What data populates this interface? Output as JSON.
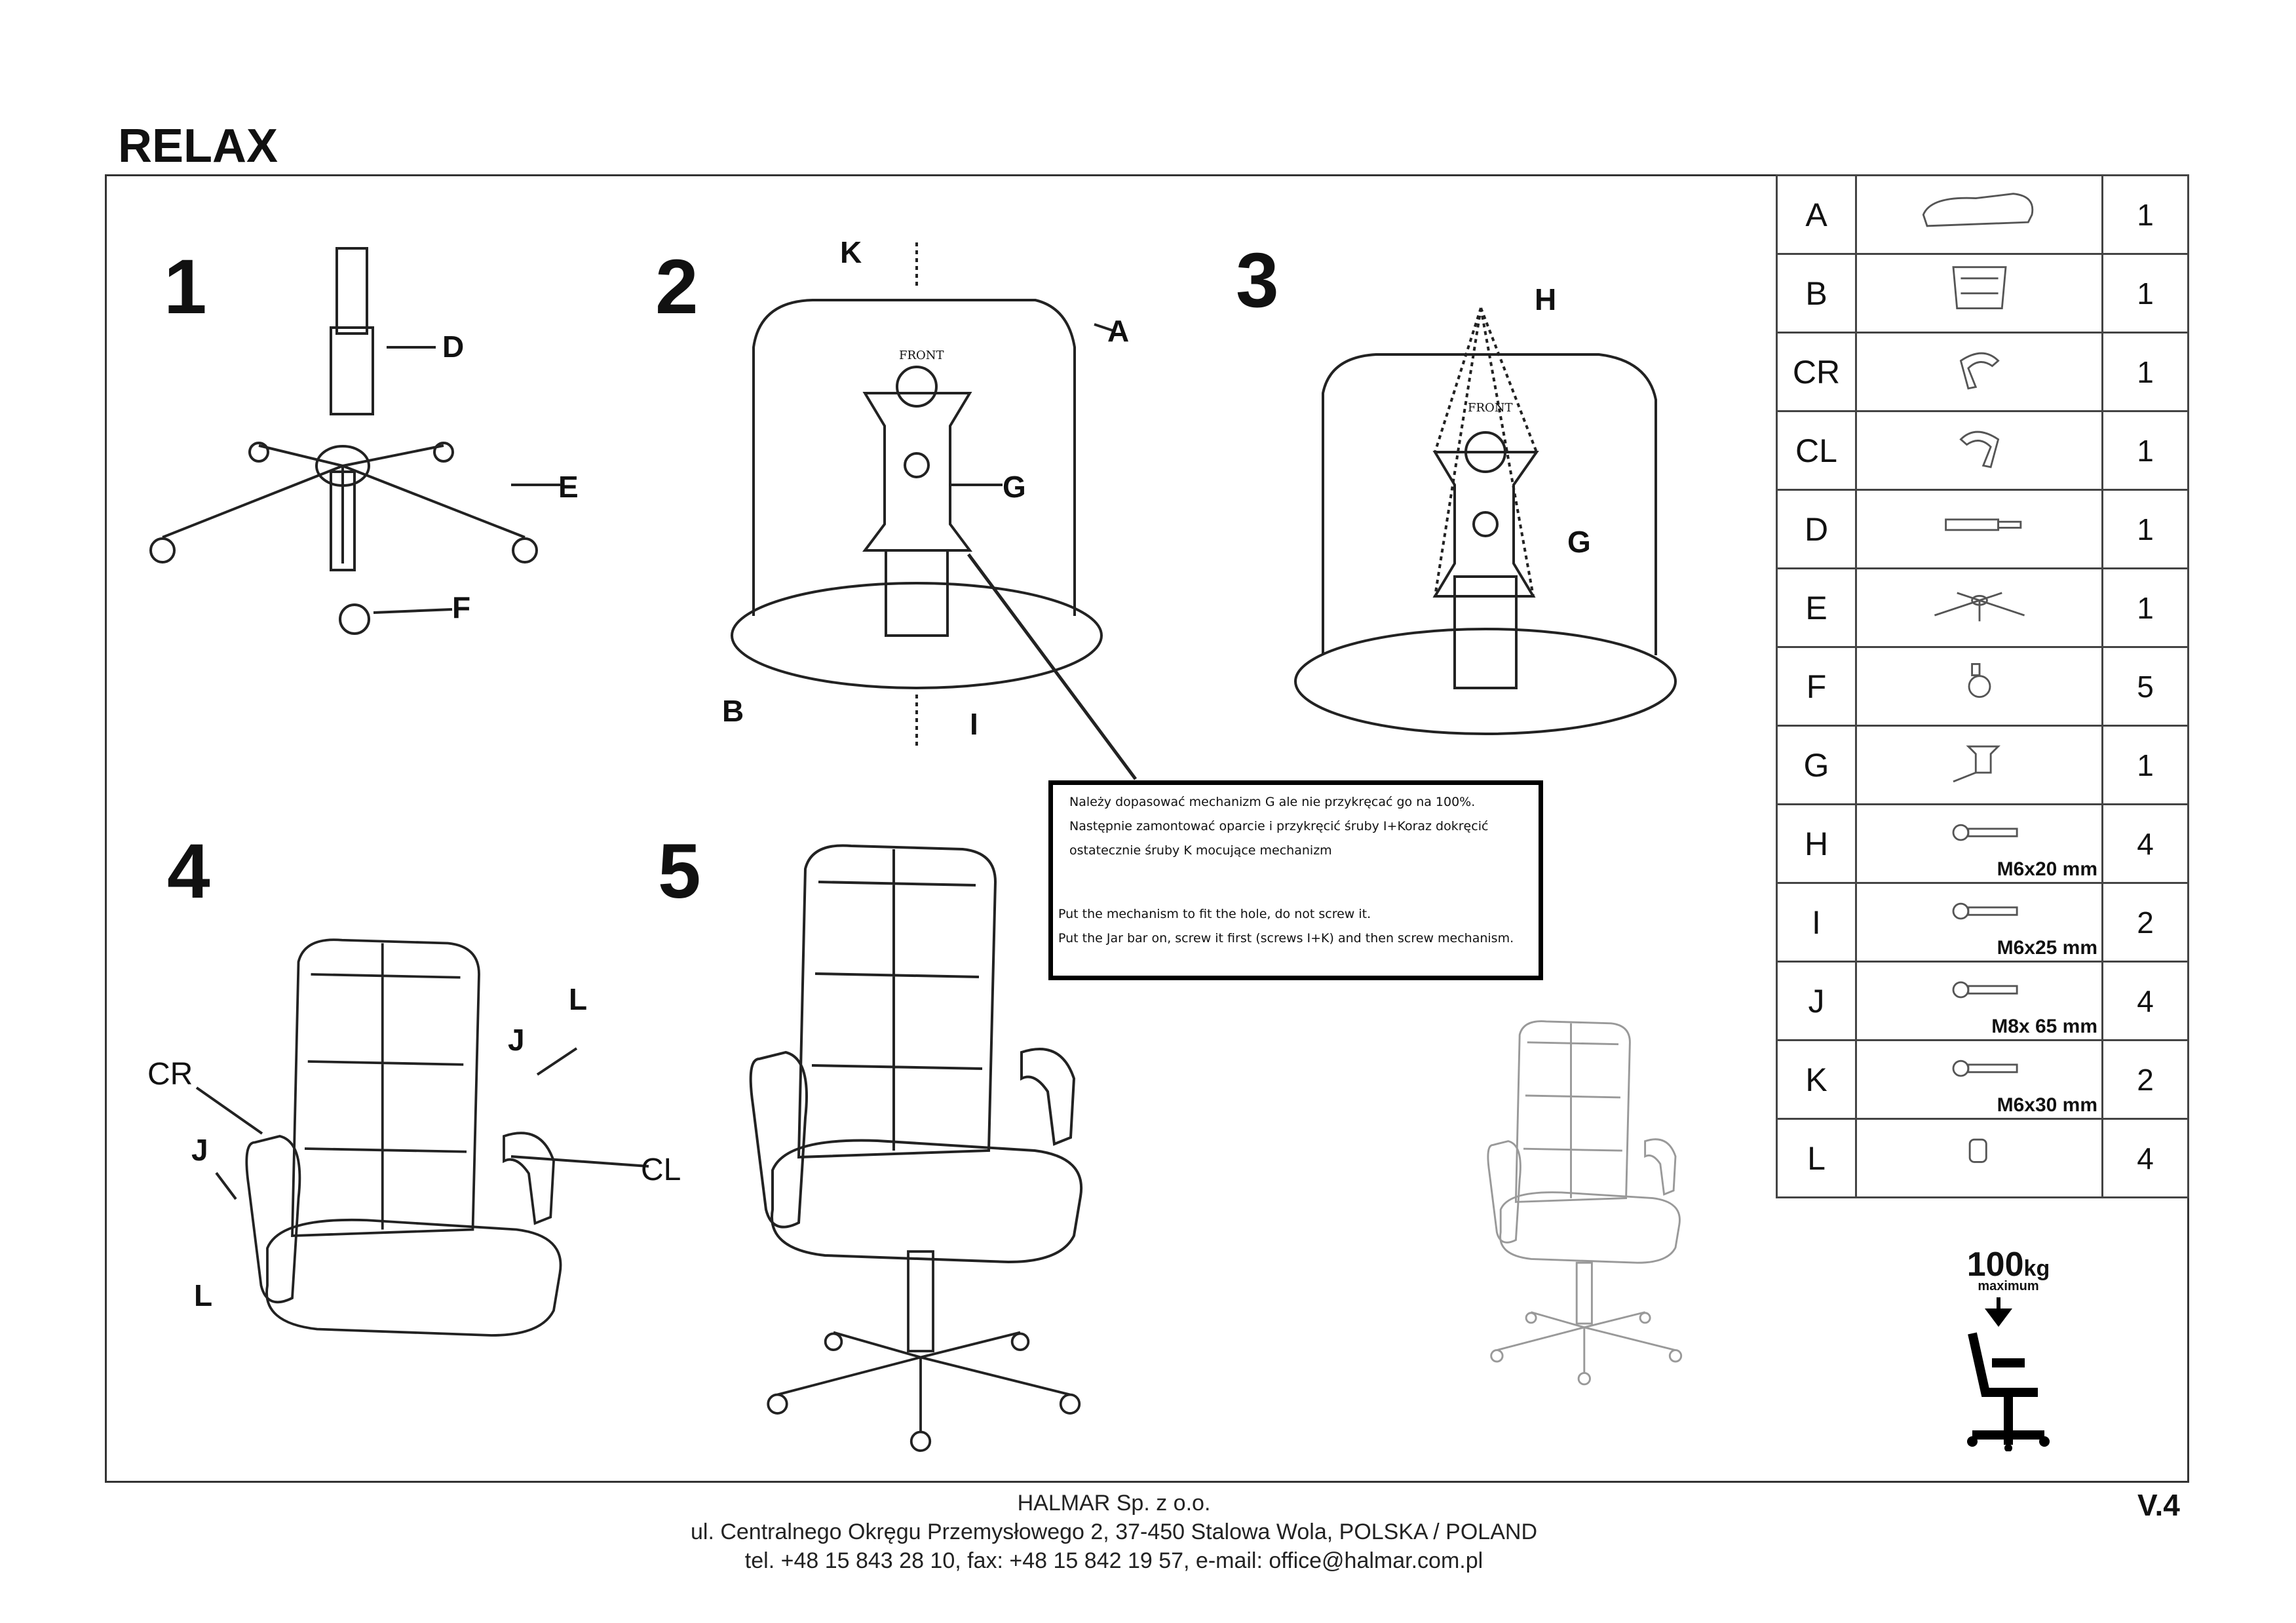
{
  "title": "RELAX",
  "steps": [
    "1",
    "2",
    "3",
    "4",
    "5"
  ],
  "labels": {
    "s1": {
      "D": "D",
      "E": "E",
      "F": "F"
    },
    "s2": {
      "K": "K",
      "A": "A",
      "G": "G",
      "B": "B",
      "I": "I",
      "front": "FRONT"
    },
    "s3": {
      "H": "H",
      "G": "G",
      "front": "FRONT"
    },
    "s4": {
      "CR": "CR",
      "J1": "J",
      "L1": "L",
      "J2": "J",
      "L2": "L",
      "CL": "CL"
    }
  },
  "note": {
    "pl": [
      "Należy dopasować mechanizm G ale nie przykręcać go na 100%.",
      "Następnie zamontować oparcie i przykręcić śruby I+Koraz dokręcić",
      "ostatecznie śruby K mocujące mechanizm"
    ],
    "en": [
      "Put the mechanism to fit the hole, do not screw it.",
      "Put the Jar bar on, screw it first (screws I+K) and then screw mechanism."
    ]
  },
  "parts": [
    {
      "letter": "A",
      "icon": "seat",
      "qty": "1"
    },
    {
      "letter": "B",
      "icon": "backrest",
      "qty": "1"
    },
    {
      "letter": "CR",
      "icon": "armrest-right",
      "qty": "1"
    },
    {
      "letter": "CL",
      "icon": "armrest-left",
      "qty": "1"
    },
    {
      "letter": "D",
      "icon": "gas-lift",
      "qty": "1"
    },
    {
      "letter": "E",
      "icon": "star-base",
      "qty": "1"
    },
    {
      "letter": "F",
      "icon": "caster",
      "qty": "5"
    },
    {
      "letter": "G",
      "icon": "mechanism",
      "qty": "1"
    },
    {
      "letter": "H",
      "icon": "bolt",
      "qty": "4",
      "size": "M6x20 mm"
    },
    {
      "letter": "I",
      "icon": "bolt",
      "qty": "2",
      "size": "M6x25 mm"
    },
    {
      "letter": "J",
      "icon": "bolt",
      "qty": "4",
      "size": "M8x 65 mm"
    },
    {
      "letter": "K",
      "icon": "bolt",
      "qty": "2",
      "size": "M6x30 mm"
    },
    {
      "letter": "L",
      "icon": "cap",
      "qty": "4"
    }
  ],
  "max_load": {
    "value": "100",
    "unit": "kg",
    "caption": "maximum"
  },
  "footer": {
    "company": "HALMAR Sp. z o.o.",
    "address": "ul. Centralnego Okręgu Przemysłowego 2, 37-450 Stalowa Wola, POLSKA / POLAND",
    "contact": "tel. +48 15 843 28 10, fax: +48 15 842 19 57, e-mail: office@halmar.com.pl"
  },
  "version": "V.4"
}
